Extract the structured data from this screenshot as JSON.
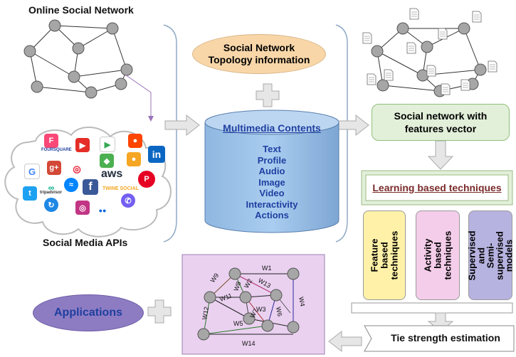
{
  "labels": {
    "online_social_network": "Online Social Network",
    "social_media_apis": "Social Media APIs",
    "topology": "Social Network\nTopology information",
    "multimedia_title": "Multimedia Contents",
    "multimedia_items": [
      "Text",
      "Profile",
      "Audio",
      "Image",
      "Video",
      "Interactivity",
      "Actions"
    ],
    "features_vector": "Social network with\nfeatures vector",
    "learning": "Learning based techniques",
    "feature_based": "Feature based\ntechniques",
    "activity_based": "Activity based\ntechniques",
    "supervised": "Supervised and\nSemi-supervised\nmodels",
    "applications": "Applications",
    "tie_strength": "Tie strength estimation"
  },
  "graph_weights": [
    "W1",
    "W2",
    "W3",
    "W4",
    "W5",
    "W6",
    "W7",
    "W8",
    "W9",
    "W11",
    "W12",
    "W13",
    "W14"
  ],
  "logo_text": {
    "foursquare": "FOURSQUARE",
    "aws": "aws",
    "twine": "TWINE SOCIAL",
    "trip": "tripadvisor"
  },
  "colors": {
    "topology_fill": "#f8d6a8",
    "cylinder_fill": "#9ec3e6",
    "multimedia_text": "#1f3fa0",
    "feature_fill": "#fff2a8",
    "activity_fill": "#f4cdea",
    "supervised_fill": "#b7b3e0",
    "applications_fill": "#8e7cc3",
    "applications_text": "#1f3f9f",
    "features_box_fill": "#e2efd9",
    "graph_panel_fill": "#ead1f0",
    "node_fill": "#a6a6a6"
  }
}
